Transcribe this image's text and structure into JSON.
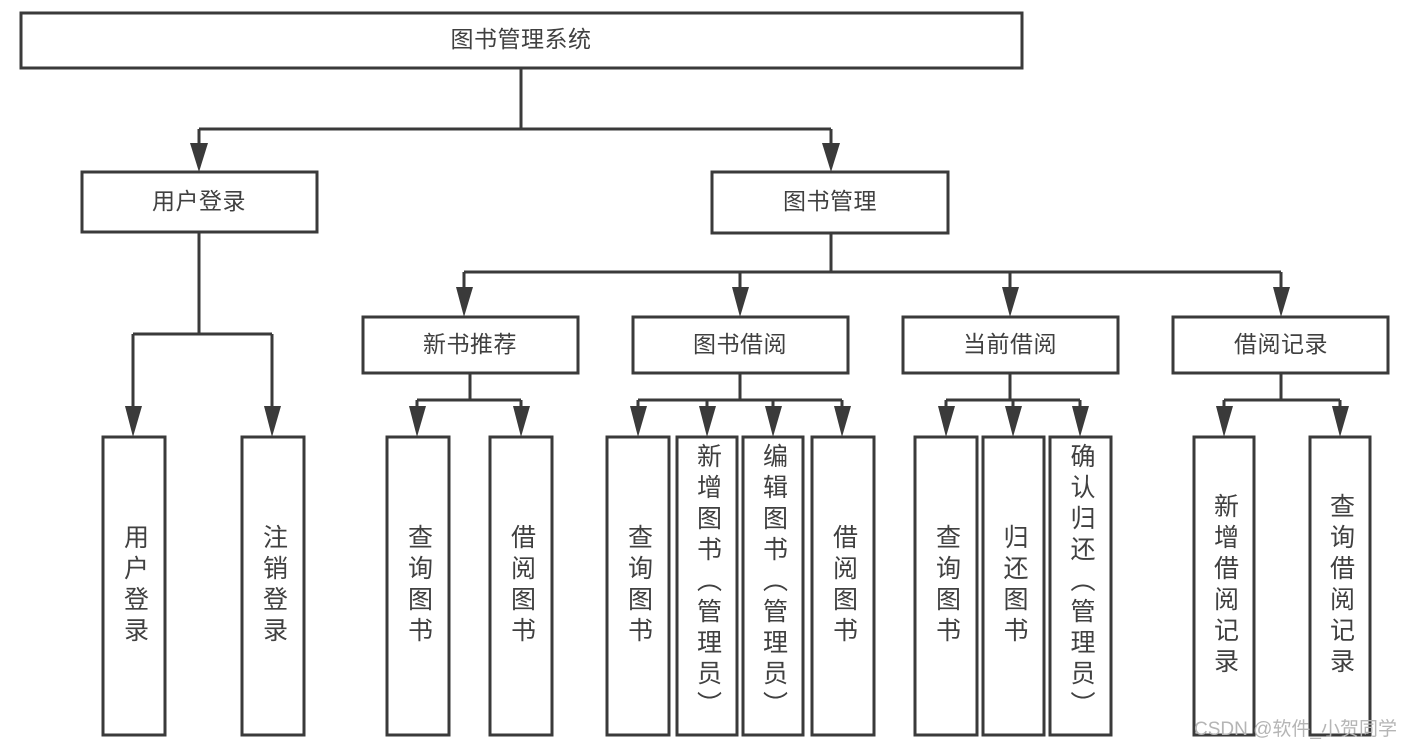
{
  "diagram": {
    "type": "tree-hierarchy",
    "title": "图书管理系统",
    "watermark": "CSDN @软件_小贺同学",
    "colors": {
      "stroke": "#3a3a3a",
      "box_fill": "#ffffff",
      "text": "#404040",
      "background": "#ffffff",
      "watermark": "#b5b5b5"
    },
    "root": {
      "id": "root",
      "label": "图书管理系统"
    },
    "level1": [
      {
        "id": "user-login",
        "label": "用户登录"
      },
      {
        "id": "book-manage",
        "label": "图书管理"
      }
    ],
    "level2": [
      {
        "id": "new-book-recommend",
        "label": "新书推荐",
        "parent": "book-manage"
      },
      {
        "id": "book-borrow",
        "label": "图书借阅",
        "parent": "book-manage"
      },
      {
        "id": "current-borrow",
        "label": "当前借阅",
        "parent": "book-manage"
      },
      {
        "id": "borrow-record",
        "label": "借阅记录",
        "parent": "book-manage"
      }
    ],
    "leaves": {
      "user-login": [
        {
          "id": "leaf-user-login",
          "label": "用户登录"
        },
        {
          "id": "leaf-logout-login",
          "label": "注销登录"
        }
      ],
      "new-book-recommend": [
        {
          "id": "leaf-query-book-1",
          "label": "查询图书"
        },
        {
          "id": "leaf-borrow-book-1",
          "label": "借阅图书"
        }
      ],
      "book-borrow": [
        {
          "id": "leaf-query-book-2",
          "label": "查询图书"
        },
        {
          "id": "leaf-add-book",
          "label": "新增图书（管理员）"
        },
        {
          "id": "leaf-edit-book",
          "label": "编辑图书（管理员）"
        },
        {
          "id": "leaf-borrow-book-2",
          "label": "借阅图书"
        }
      ],
      "current-borrow": [
        {
          "id": "leaf-query-book-3",
          "label": "查询图书"
        },
        {
          "id": "leaf-return-book",
          "label": "归还图书"
        },
        {
          "id": "leaf-confirm-return",
          "label": "确认归还（管理员）"
        }
      ],
      "borrow-record": [
        {
          "id": "leaf-add-record",
          "label": "新增借阅记录"
        },
        {
          "id": "leaf-query-record",
          "label": "查询借阅记录"
        }
      ]
    }
  }
}
